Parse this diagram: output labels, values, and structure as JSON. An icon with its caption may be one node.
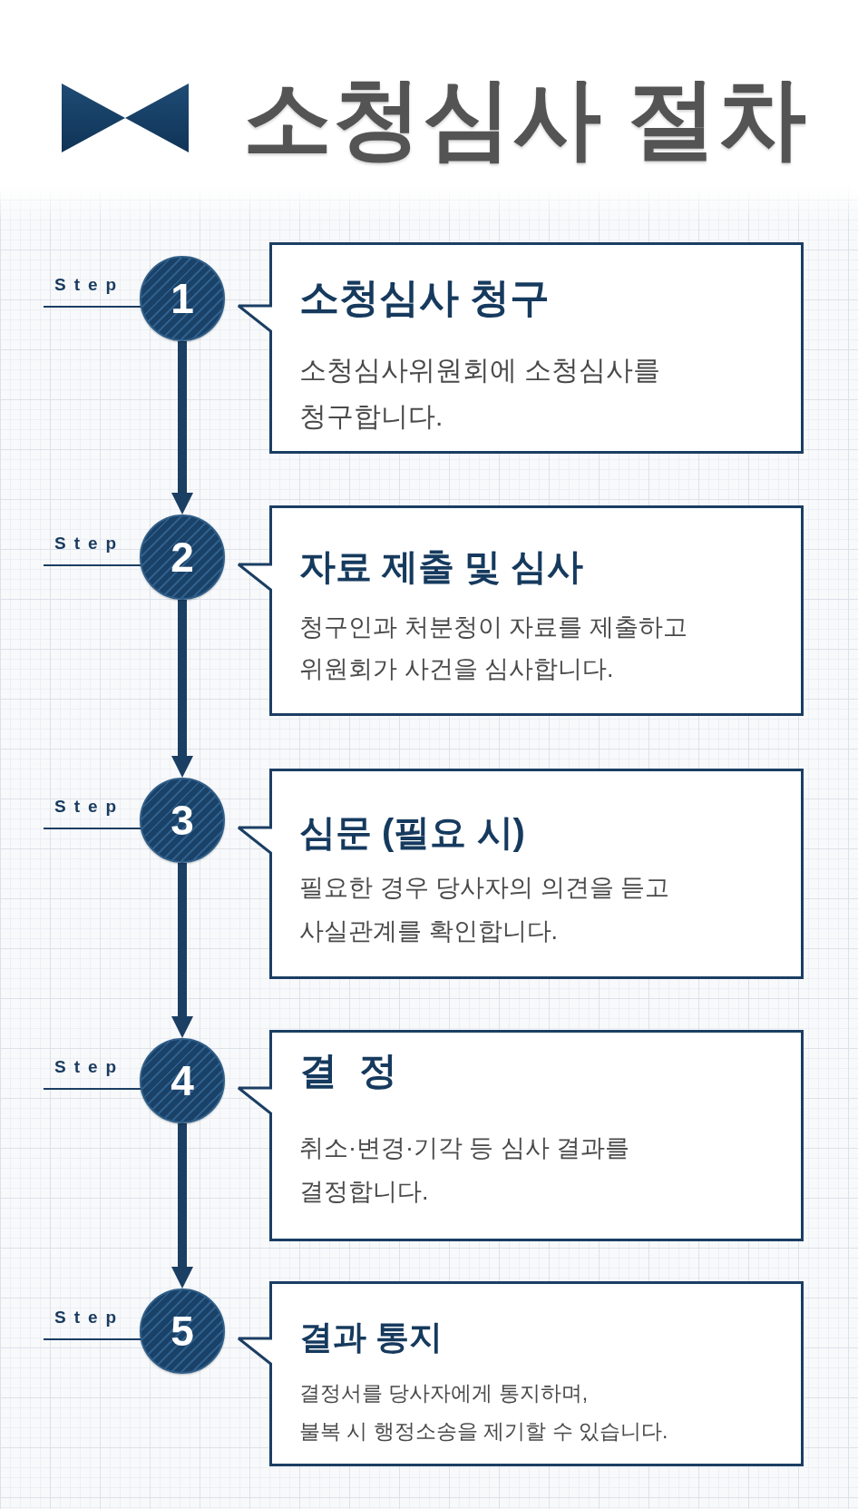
{
  "diagram": {
    "title": "소청심사 절차",
    "nodes": [
      {
        "text": [
          "1"
        ],
        "beside": [
          "Step"
        ]
      },
      {
        "text": [
          "소청심사 청구",
          "소청심사위원회에 소청심사를 청구합니다."
        ]
      },
      {
        "text": [
          "2"
        ],
        "beside": [
          "Step"
        ]
      },
      {
        "text": [
          "자료 제출 및 심사",
          "청구인과 처분청이 자료를 제출하고 위원회가 사건을 심사합니다."
        ]
      },
      {
        "text": [
          "3"
        ],
        "beside": [
          "Step"
        ]
      },
      {
        "text": [
          "심문 (필요 시)",
          "필요한 경우 당사자의 의견을 듣고 사실관계를 확인합니다."
        ]
      },
      {
        "text": [
          "4"
        ],
        "beside": [
          "Step"
        ]
      },
      {
        "text": [
          "결 정",
          "취소·변경·기각 등 심사 결과를 결정합니다."
        ]
      },
      {
        "text": [
          "5"
        ],
        "beside": [
          "Step"
        ]
      },
      {
        "text": [
          "결과 통지",
          "결정서를 당사자에게 통지하며, 불복 시 행정소송을 제기할 수 있습니다."
        ]
      }
    ],
    "edges": [
      {
        "from": 0,
        "to": 2,
        "arrow": "to"
      },
      {
        "from": 2,
        "to": 4,
        "arrow": "to"
      },
      {
        "from": 4,
        "to": 6,
        "arrow": "to"
      },
      {
        "from": 6,
        "to": 8,
        "arrow": "to"
      }
    ]
  }
}
